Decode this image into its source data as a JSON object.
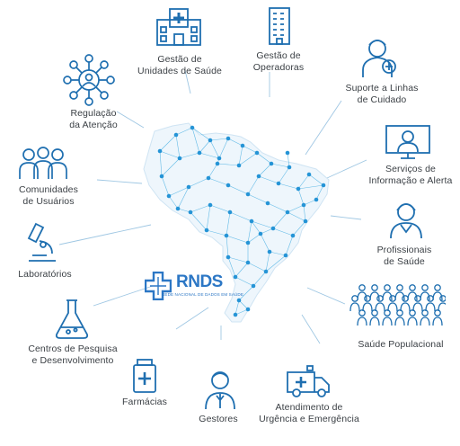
{
  "center": {
    "logo_text": "RNDS",
    "logo_subtitle": "REDE NACIONAL DE DADOS EM SAÚDE",
    "colors": {
      "map": "#38a8e0",
      "node": "#2594d6",
      "icon": "#1f6fb0",
      "connector": "#9fc7e3"
    }
  },
  "nodes": [
    {
      "id": "gestao-unidades",
      "label": "Gestão de\nUnidades de Saúde",
      "icon": "hospital-icon"
    },
    {
      "id": "gestao-operadoras",
      "label": "Gestão de\nOperadoras",
      "icon": "office-building-icon"
    },
    {
      "id": "suporte-linhas",
      "label": "Suporte a Linhas\nde Cuidado",
      "icon": "nurse-care-icon"
    },
    {
      "id": "servicos-informacao",
      "label": "Serviços de\nInformação e Alerta",
      "icon": "doctor-monitor-icon"
    },
    {
      "id": "profissionais",
      "label": "Profissionais\nde Saúde",
      "icon": "health-professional-icon"
    },
    {
      "id": "saude-populacional",
      "label": "Saúde Populacional",
      "icon": "population-crowd-icon"
    },
    {
      "id": "atendimento-urgencia",
      "label": "Atendimento de\nUrgência e Emergência",
      "icon": "ambulance-icon"
    },
    {
      "id": "gestores",
      "label": "Gestores",
      "icon": "manager-icon"
    },
    {
      "id": "farmacias",
      "label": "Farmácias",
      "icon": "medicine-bottle-icon"
    },
    {
      "id": "centros-pesquisa",
      "label": "Centros de Pesquisa\ne Desenvolvimento",
      "icon": "flask-icon"
    },
    {
      "id": "laboratorios",
      "label": "Laboratórios",
      "icon": "microscope-icon"
    },
    {
      "id": "comunidades",
      "label": "Comunidades\nde Usuários",
      "icon": "user-group-icon"
    },
    {
      "id": "regulacao",
      "label": "Regulação\nda Atenção",
      "icon": "network-user-icon"
    }
  ]
}
